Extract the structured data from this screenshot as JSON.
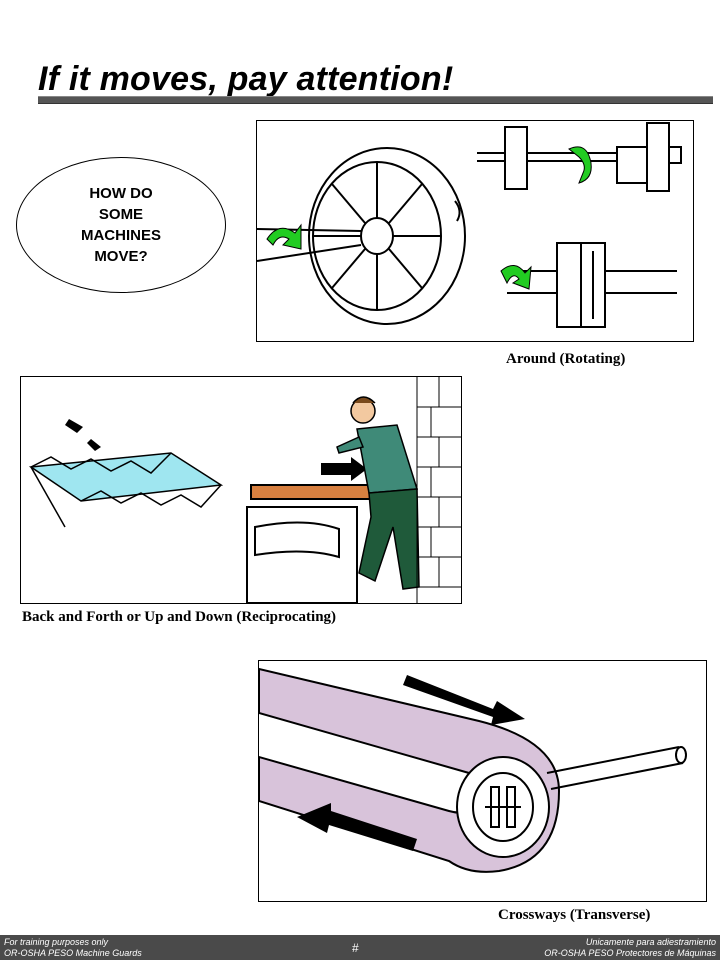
{
  "slide": {
    "title": "If it moves, pay attention!",
    "oval_text": "HOW DO\nSOME\nMACHINES\nMOVE?"
  },
  "figures": {
    "rotating_caption": "Around (Rotating)",
    "reciprocating_caption": "Back and Forth or Up and Down (Reciprocating)",
    "transverse_caption": "Crossways (Transverse)"
  },
  "colors": {
    "arrow_green": "#22cc22",
    "water_blue": "#9fe6f0",
    "belt_lavender": "#d8c3da",
    "shirt_teal": "#3f8a78",
    "pants_green": "#1f5a3a",
    "table_orange": "#d88040",
    "footer_bg": "#4a4a4a"
  },
  "footer": {
    "left_line1": "For training purposes only",
    "left_line2": "OR-OSHA PESO  Machine Guards",
    "right_line1": "Unicamente para adiestramiento",
    "right_line2": "OR-OSHA PESO Protectores de Máquinas",
    "page_number": "#"
  }
}
